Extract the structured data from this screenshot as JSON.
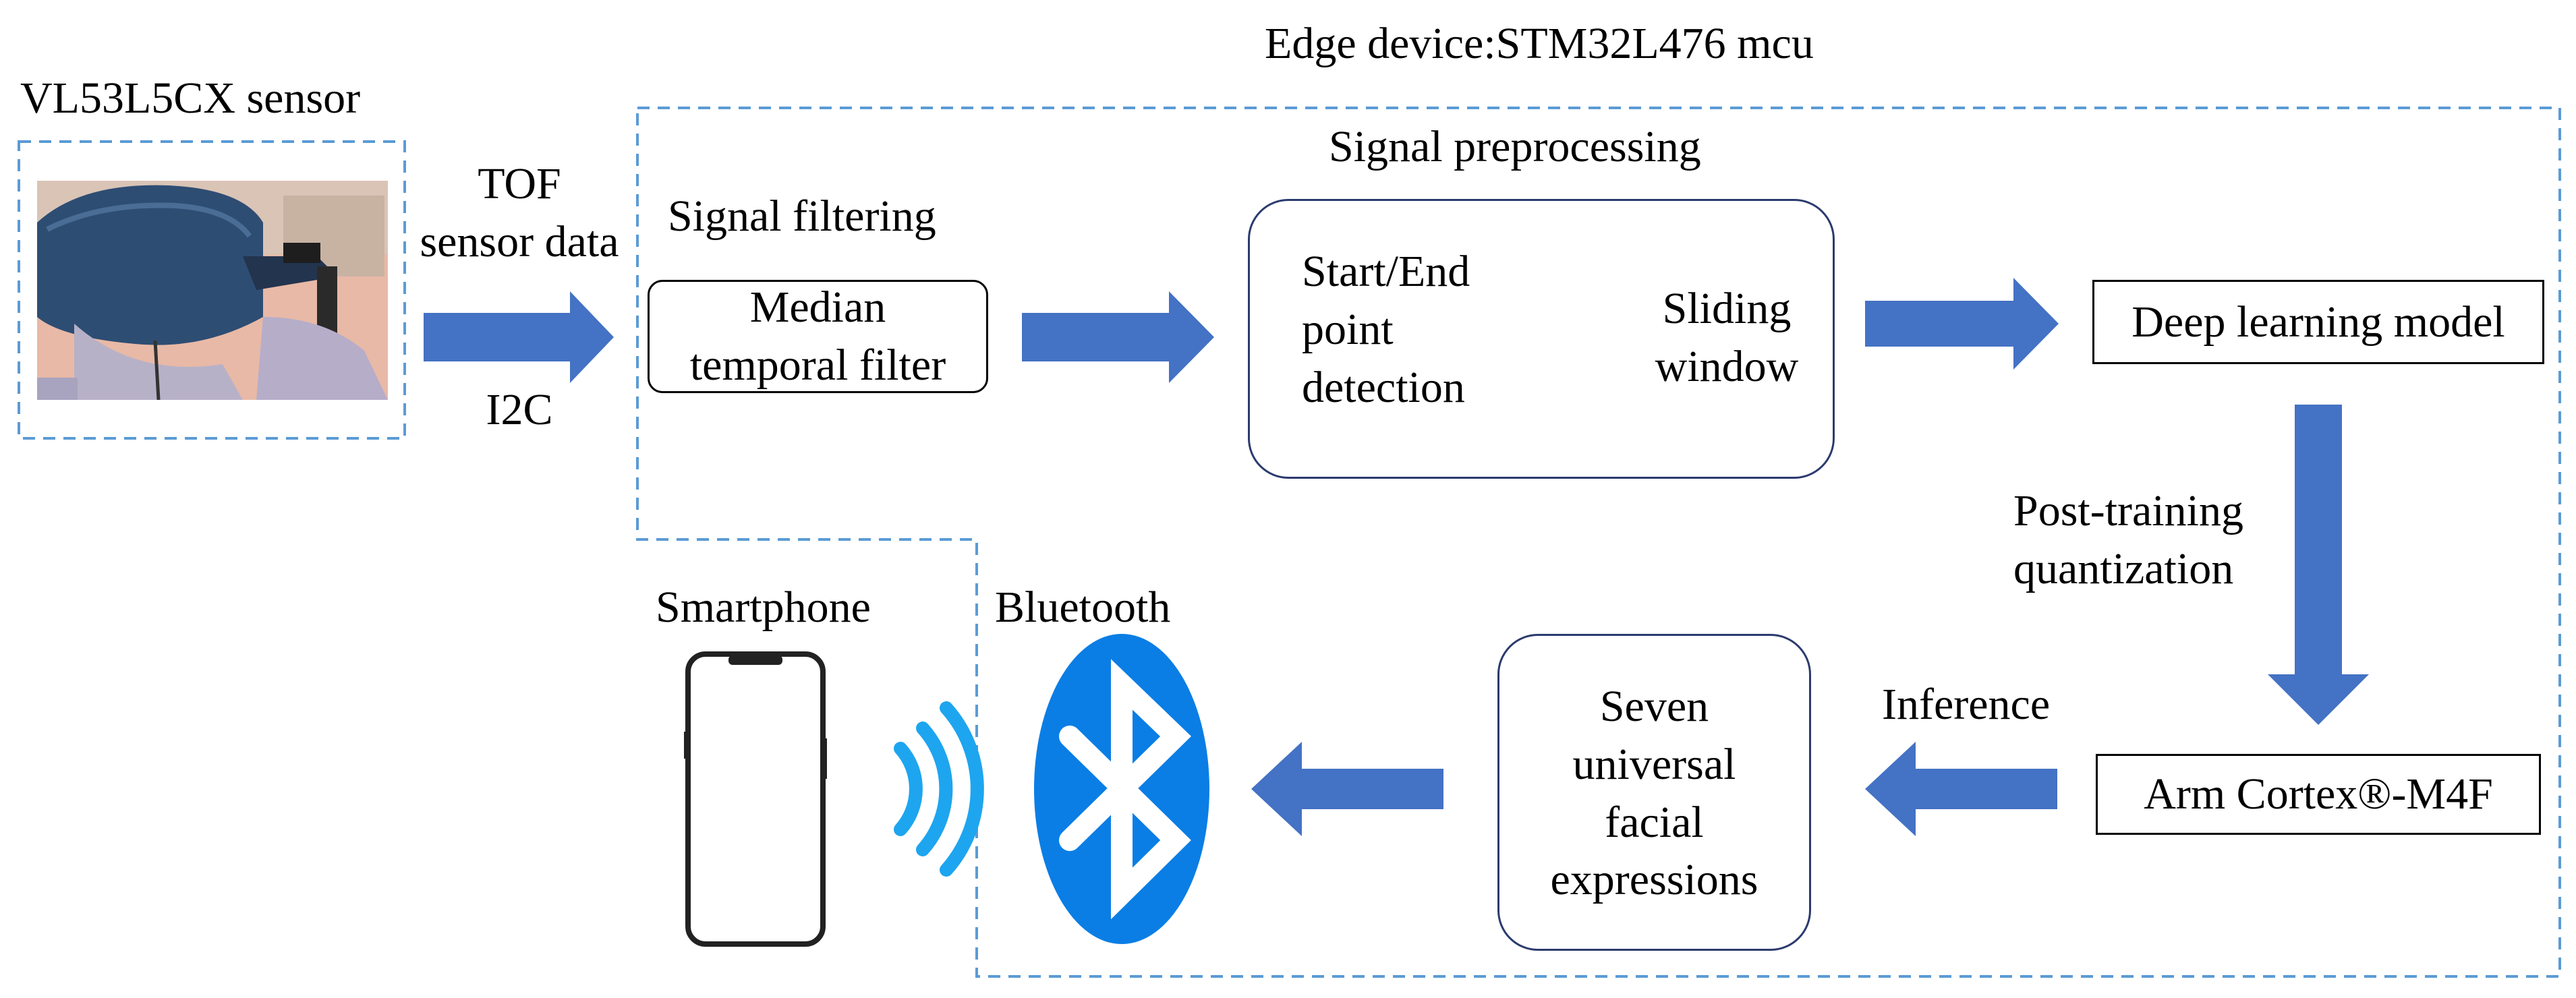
{
  "device_title": "Edge device:STM32L476 mcu",
  "sensor": {
    "title": "VL53L5CX sensor",
    "photo_alt": "person wearing cap with mounted sensor"
  },
  "link": {
    "protocol_top_1": "TOF",
    "protocol_top_2": "sensor data",
    "protocol_bottom": "I2C"
  },
  "preprocessing": {
    "title": "Signal preprocessing",
    "filtering_title": "Signal filtering",
    "median_line1": "Median",
    "median_line2": "temporal filter",
    "detection_line1": "Start/End",
    "detection_line2": "point",
    "detection_line3": "detection",
    "window_line1": "Sliding",
    "window_line2": "window"
  },
  "model": {
    "label": "Deep learning model"
  },
  "quantization": {
    "line1": "Post-training",
    "line2": "quantization"
  },
  "mcu": {
    "label": "Arm Cortex®-M4F"
  },
  "inference": {
    "label": "Inference"
  },
  "output": {
    "line1": "Seven",
    "line2": "universal",
    "line3": "facial",
    "line4": "expressions"
  },
  "bluetooth": {
    "label": "Bluetooth"
  },
  "smartphone": {
    "label": "Smartphone"
  },
  "colors": {
    "arrow": "#4472c4",
    "dashed": "#5b9bd5",
    "bluetooth": "#0a7ee5",
    "wave": "#1ea5ef",
    "rounded_border": "#2b3b6e"
  }
}
